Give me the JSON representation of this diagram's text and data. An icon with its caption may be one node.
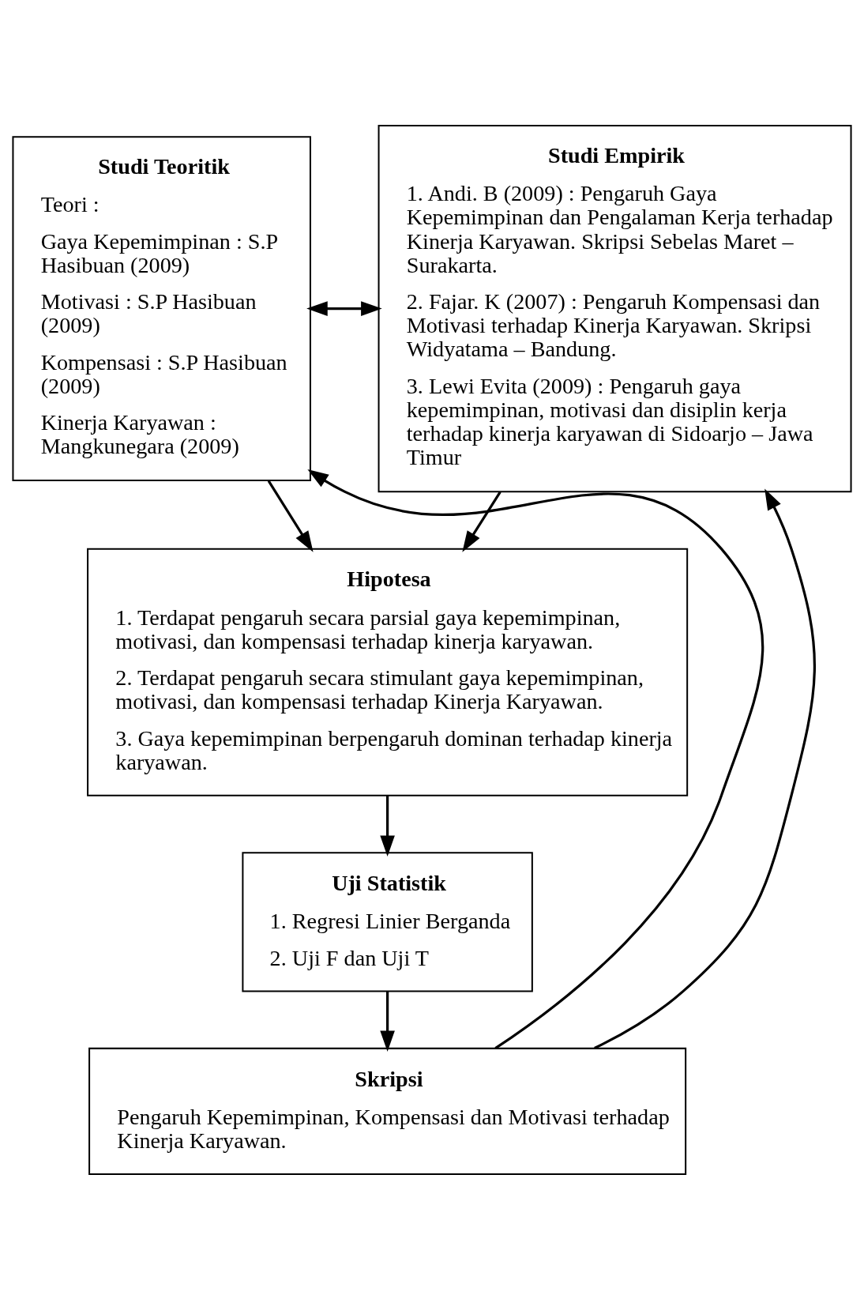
{
  "diagram": {
    "nodes": [
      {
        "text": [
          "Studi Teoritik",
          "Teori :",
          "Gaya Kepemimpinan : S.P Hasibuan (2009)",
          "Motivasi : S.P Hasibuan (2009)",
          "Kompensasi : S.P Hasibuan (2009)",
          "Kinerja Karyawan : Mangkunegara (2009)"
        ]
      },
      {
        "text": [
          "Studi Empirik",
          "1. Andi. B (2009) : Pengaruh Gaya Kepemimpinan dan Pengalaman Kerja terhadap Kinerja Karyawan. Skripsi Sebelas Maret – Surakarta.",
          "2. Fajar. K (2007) : Pengaruh Kompensasi dan Motivasi terhadap Kinerja Karyawan. Skripsi Widyatama – Bandung.",
          "3. Lewi Evita (2009) : Pengaruh gaya kepemimpinan, motivasi dan disiplin kerja terhadap kinerja karyawan di Sidoarjo – Jawa Timur"
        ]
      },
      {
        "text": [
          "Hipotesa",
          "1. Terdapat pengaruh secara parsial gaya kepemimpinan, motivasi, dan kompensasi terhadap kinerja karyawan.",
          "2. Terdapat pengaruh secara stimulant gaya kepemimpinan, motivasi, dan kompensasi terhadap Kinerja Karyawan.",
          "3. Gaya kepemimpinan berpengaruh dominan terhadap kinerja karyawan."
        ]
      },
      {
        "text": [
          "Uji Statistik",
          "1. Regresi Linier Berganda",
          "2. Uji F dan Uji T"
        ]
      },
      {
        "text": [
          "Skripsi",
          "Pengaruh Kepemimpinan, Kompensasi dan Motivasi terhadap Kinerja Karyawan."
        ]
      }
    ],
    "edges": [
      {
        "from": 0,
        "to": 1,
        "arrow": "both"
      },
      {
        "from": 0,
        "to": 2,
        "arrow": "to"
      },
      {
        "from": 1,
        "to": 2,
        "arrow": "to"
      },
      {
        "from": 2,
        "to": 3,
        "arrow": "to"
      },
      {
        "from": 3,
        "to": 4,
        "arrow": "to"
      },
      {
        "from": 4,
        "to": 0,
        "arrow": "to"
      },
      {
        "from": 4,
        "to": 1,
        "arrow": "to"
      }
    ]
  }
}
